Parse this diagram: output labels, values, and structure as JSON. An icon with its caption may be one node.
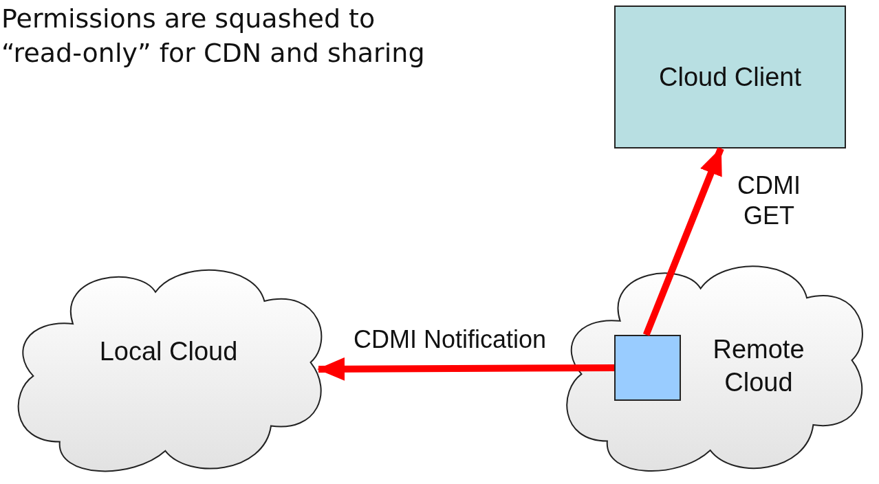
{
  "diagram": {
    "nodes": [
      {
        "text": [
          "Local Cloud"
        ]
      },
      {
        "text": [
          "Remote Cloud"
        ]
      },
      {
        "text": [],
        "shape": "box",
        "in": 1
      },
      {
        "text": [
          "Cloud Client"
        ]
      }
    ],
    "edges": [
      {
        "from": 2,
        "to": 0,
        "arrow": "to",
        "label": "CDMI Notification"
      },
      {
        "from": 2,
        "to": 3,
        "arrow": "to",
        "label": "CDMI GET"
      }
    ],
    "labels": [
      "Permissions are squashed to “read-only” for CDN and sharing"
    ]
  }
}
